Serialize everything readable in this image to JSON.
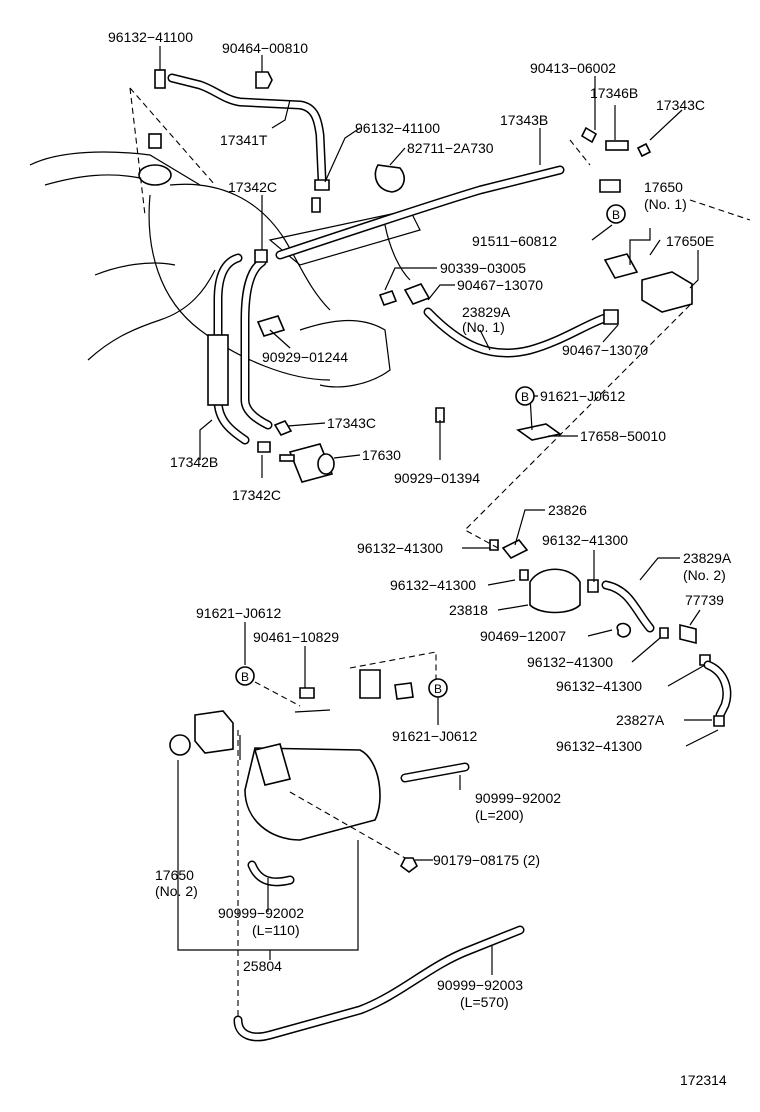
{
  "labels": {
    "p96132_41100_top": "96132−41100",
    "p90464_00810": "90464−00810",
    "p17341T": "17341T",
    "p96132_41100_mid": "96132−41100",
    "p82711_2A730": "82711−2A730",
    "p17342C_top": "17342C",
    "p90413_06002": "90413−06002",
    "p17346B": "17346B",
    "p17343C_top": "17343C",
    "p17343B": "17343B",
    "p17650_no1": "17650",
    "p17650_no1_sub": "(No. 1)",
    "p91511_60812": "91511−60812",
    "p17650E": "17650E",
    "p90339_03005": "90339−03005",
    "p90467_13070_a": "90467−13070",
    "p23829A_no1": "23829A",
    "p23829A_no1_sub": "(No. 1)",
    "p90467_13070_b": "90467−13070",
    "p90929_01244": "90929−01244",
    "p91621_J0612_a": "91621−J0612",
    "p17343C_bottom": "17343C",
    "p17658_50010": "17658−50010",
    "p17342B": "17342B",
    "p17630": "17630",
    "p90929_01394": "90929−01394",
    "p17342C_bottom": "17342C",
    "p23826": "23826",
    "p96132_41300_a": "96132−41300",
    "p96132_41300_b": "96132−41300",
    "p96132_41300_c": "96132−41300",
    "p23829A_no2": "23829A",
    "p23829A_no2_sub": "(No. 2)",
    "p23818": "23818",
    "p77739": "77739",
    "p90469_12007": "90469−12007",
    "p96132_41300_d": "96132−41300",
    "p96132_41300_e": "96132−41300",
    "p23827A": "23827A",
    "p96132_41300_f": "96132−41300",
    "p91621_J0612_b": "91621−J0612",
    "p90461_10829": "90461−10829",
    "p91621_J0612_c": "91621−J0612",
    "p90999_92002_a": "90999−92002",
    "p90999_92002_a_len": "(L=200)",
    "p90179_08175": "90179−08175 (2)",
    "p17650_no2": "17650",
    "p17650_no2_sub": "(No. 2)",
    "p90999_92002_b": "90999−92002",
    "p90999_92002_b_len": "(L=110)",
    "p25804": "25804",
    "p90999_92003": "90999−92003",
    "p90999_92003_len": "(L=570)",
    "ref_B": "B",
    "diagram_number": "172314"
  }
}
